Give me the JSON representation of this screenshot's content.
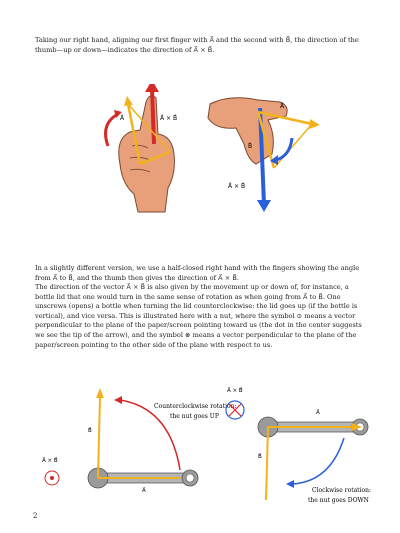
{
  "paragraphs": {
    "p1": "Taking our right hand, aligning our first finger with A⃗ and the second with B⃗, the direction of the thumb—up or down—indicates the direction of A⃗ × B⃗.",
    "p2": "In a slightly different version, we use a half-closed right hand with the fingers showing the angle from A⃗ to B⃗, and the thumb then gives the direction of A⃗ × B⃗.",
    "p3": "The direction of the vector A⃗ × B⃗ is also given by the movement up or down of, for instance, a bottle lid that one would turn in the same sense of rotation as when going from A⃗ to B⃗. One unscrews (opens) a bottle when turning the lid counterclockwise: the lid goes up (if the bottle is vertical), and vice versa. This is illustrated here with a nut, where the symbol ⊙ means a vector perpendicular to the plane of the paper/screen pointing toward us (the dot in the center suggests we see the tip of the arrow), and the symbol ⊗ means a vector perpendicular to the plane of the paper/screen pointing to the other side of the plane with respect to us."
  },
  "hand_figure": {
    "left_hand": {
      "a_label": "A⃗",
      "axb_label": "A⃗ × B⃗"
    },
    "right_hand": {
      "a_label": "A⃗",
      "b_label": "B⃗",
      "axb_label": "A⃗ × B⃗"
    }
  },
  "nut_figure": {
    "left": {
      "axb_label": "A⃗ × B⃗",
      "b_label": "B⃗",
      "a_label": "A⃗",
      "caption_line1": "Counterclockwise rotation:",
      "caption_line2": "the nut goes UP"
    },
    "right": {
      "axb_label": "A⃗ × B⃗",
      "a_label": "A⃗",
      "b_label": "B⃗",
      "caption_line1": "Clockwise rotation:",
      "caption_line2": "the nut goes DOWN"
    }
  },
  "page_number": "2",
  "colors": {
    "vector_a": "#f2b21b",
    "vector_b": "#f2b21b",
    "axb_up": "#d42a2a",
    "axb_down": "#2b5fd9",
    "skin": "#e8a07a"
  }
}
